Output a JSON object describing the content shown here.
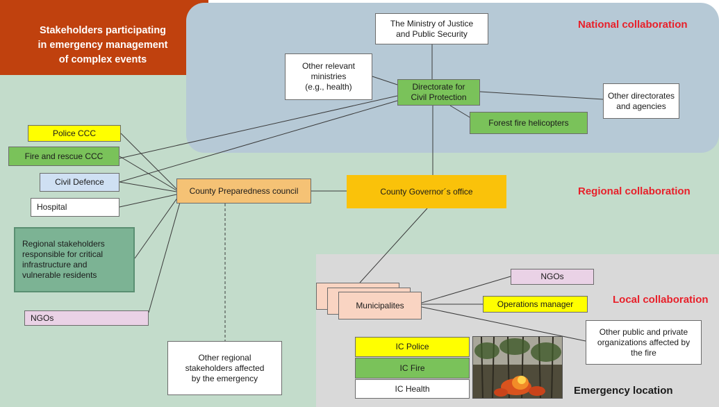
{
  "colors": {
    "orange_header": "#c0410e",
    "regional_bg": "#c3dccb",
    "national_bg": "#b6c9d6",
    "local_bg": "#d9d9d9",
    "yellow": "#ffff00",
    "green": "#7ac25a",
    "light_blue": "#cfe0f3",
    "amber": "#fac20a",
    "tan": "#f5c275",
    "pink": "#ead2e6",
    "salmon": "#f9d4c2",
    "teal": "#7cb394",
    "red_label": "#e8202a"
  },
  "header": {
    "title": "Stakeholders participating\nin emergency management\nof complex events"
  },
  "zones": {
    "national": "National collaboration",
    "regional": "Regional collaboration",
    "local": "Local collaboration",
    "emergency_location": "Emergency location"
  },
  "nodes": {
    "ministry_justice": "The Ministry of Justice\nand Public Security",
    "other_ministries": "Other relevant\nministries\n(e.g., health)",
    "directorate": "Directorate for\nCivil Protection",
    "other_directorates": "Other directorates\nand agencies",
    "forest_fire_helicopters": "Forest fire helicopters",
    "police_ccc": "Police CCC",
    "fire_rescue_ccc": "Fire and rescue CCC",
    "civil_defence": "Civil Defence",
    "hospital": "Hospital",
    "regional_stakeholders": "Regional stakeholders\nresponsible for critical\ninfrastructure and\nvulnerable residents",
    "ngos_regional": "NGOs",
    "county_preparedness": "County Preparedness council",
    "county_governor": "County Governor´s office",
    "other_regional": "Other regional\nstakeholders affected\nby the emergency",
    "municipalities": "Municipalites",
    "ngos_local": "NGOs",
    "operations_manager": "Operations manager",
    "other_public_private": "Other public and private\norganizations affected by\nthe fire",
    "ic_police": "IC Police",
    "ic_fire": "IC Fire",
    "ic_health": "IC Health"
  }
}
